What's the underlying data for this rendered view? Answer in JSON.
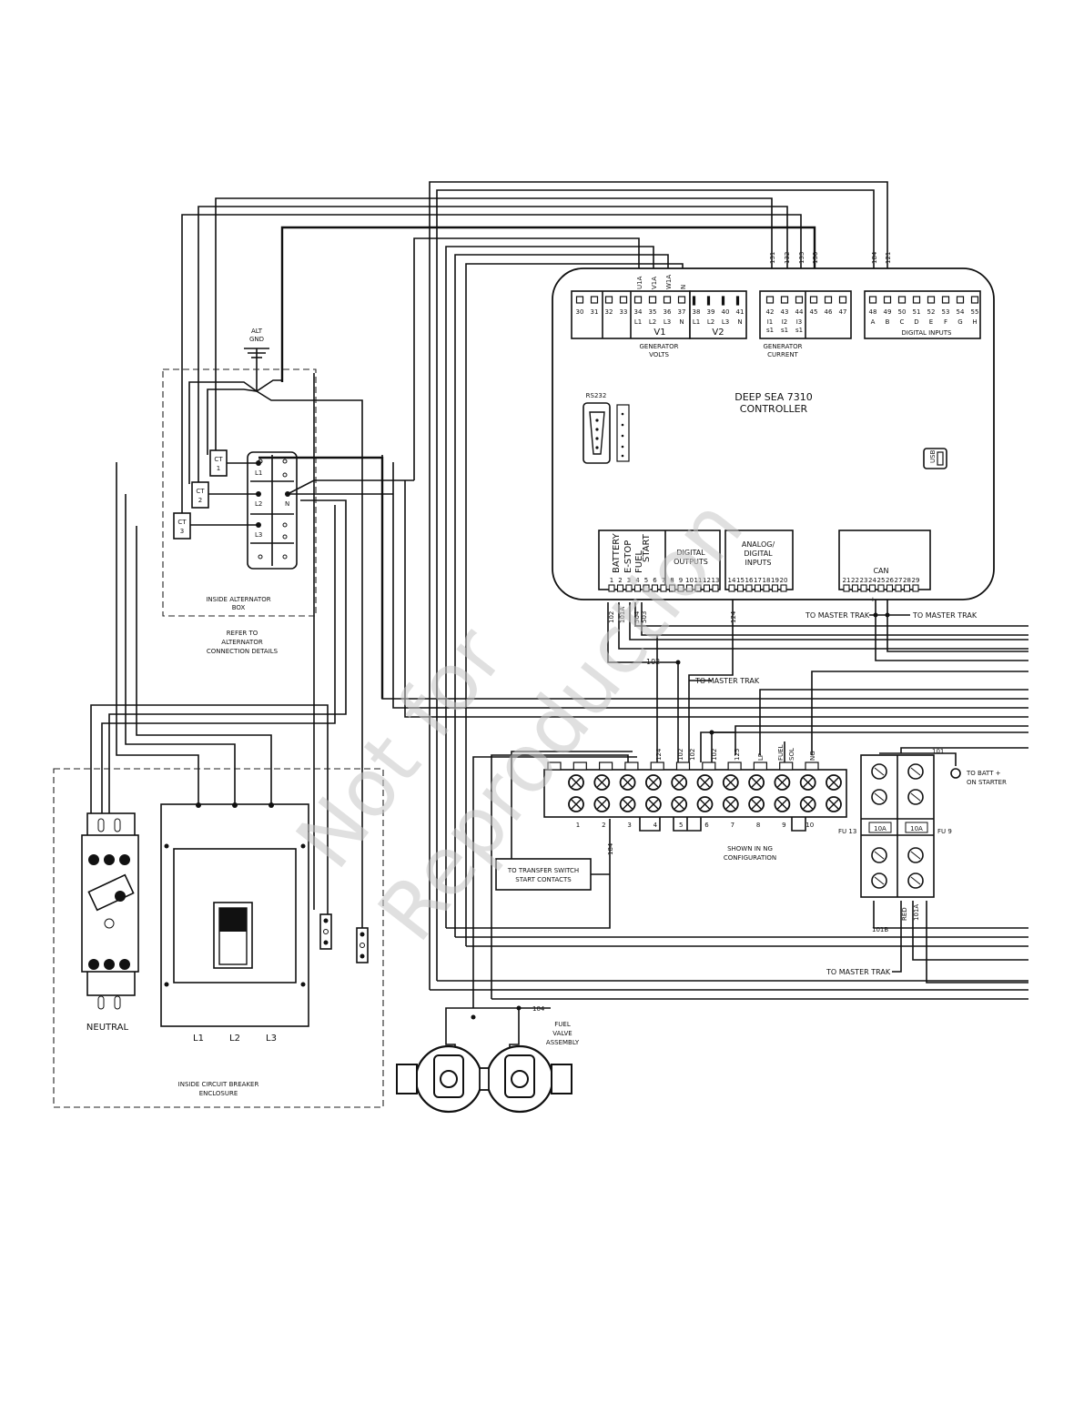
{
  "controller": {
    "title_line1": "DEEP SEA 7310",
    "title_line2": "CONTROLLER",
    "rs232_label": "RS232",
    "usb_label": "USB",
    "v1_terminals": [
      {
        "num": "30",
        "sub": ""
      },
      {
        "num": "31",
        "sub": ""
      },
      {
        "num": "32",
        "sub": ""
      },
      {
        "num": "33",
        "sub": ""
      },
      {
        "num": "34",
        "sub": "L1"
      },
      {
        "num": "35",
        "sub": "L2"
      },
      {
        "num": "36",
        "sub": "L3"
      },
      {
        "num": "37",
        "sub": "N"
      }
    ],
    "v1_label": "V1",
    "v2_terminals": [
      {
        "num": "38",
        "sub": "L1"
      },
      {
        "num": "39",
        "sub": "L2"
      },
      {
        "num": "40",
        "sub": "L3"
      },
      {
        "num": "41",
        "sub": "N"
      }
    ],
    "v2_label": "V2",
    "gen_volts_line1": "GENERATOR",
    "gen_volts_line2": "VOLTS",
    "current_terminals": [
      {
        "num": "42",
        "sub": "I1",
        "sub2": "s1"
      },
      {
        "num": "43",
        "sub": "I2",
        "sub2": "s1"
      },
      {
        "num": "44",
        "sub": "I3",
        "sub2": "s1"
      },
      {
        "num": "45",
        "sub": "",
        "sub2": ""
      },
      {
        "num": "46",
        "sub": "",
        "sub2": ""
      },
      {
        "num": "47",
        "sub": "",
        "sub2": ""
      }
    ],
    "gen_current_line1": "GENERATOR",
    "gen_current_line2": "CURRENT",
    "digital_input_terminals": [
      {
        "num": "48",
        "sub": "A"
      },
      {
        "num": "49",
        "sub": "B"
      },
      {
        "num": "50",
        "sub": "C"
      },
      {
        "num": "51",
        "sub": "D"
      },
      {
        "num": "52",
        "sub": "E"
      },
      {
        "num": "53",
        "sub": "F"
      },
      {
        "num": "54",
        "sub": "G"
      },
      {
        "num": "55",
        "sub": "H"
      }
    ],
    "digital_inputs_label": "DIGITAL INPUTS",
    "bottom_vert_labels": [
      "BATTERY",
      "E-STOP",
      "FUEL",
      "START"
    ],
    "bottom_terms_a": [
      "1",
      "2",
      "3",
      "4",
      "5",
      "6",
      "7",
      "8",
      "9",
      "10",
      "11",
      "12",
      "13"
    ],
    "digital_outputs_line1": "DIGITAL",
    "digital_outputs_line2": "OUTPUTS",
    "analog_line1": "ANALOG/",
    "analog_line2": "DIGITAL",
    "analog_line3": "INPUTS",
    "bottom_terms_b": [
      "14",
      "15",
      "16",
      "17",
      "18",
      "19",
      "20"
    ],
    "can_label": "CAN",
    "bottom_terms_c": [
      "21",
      "22",
      "23",
      "24",
      "25",
      "26",
      "27",
      "28",
      "29"
    ],
    "top_wire_labels": [
      "U1A",
      "V1A",
      "W1A",
      "N"
    ],
    "ct_wire_labels": [
      "131",
      "132",
      "133",
      "130"
    ],
    "input_wire_labels": [
      "184",
      "121"
    ],
    "bottom_wire_labels": [
      "102",
      "101A",
      "504",
      "503",
      "124"
    ],
    "can_pm": "+  -"
  },
  "alternator": {
    "alt_gnd_line1": "ALT",
    "alt_gnd_line2": "GND",
    "ct1_line1": "CT",
    "ct1_line2": "1",
    "ct2_line1": "CT",
    "ct2_line2": "2",
    "ct3_line1": "CT",
    "ct3_line2": "3",
    "term_l1": "L1",
    "term_l2": "L2",
    "term_l3": "L3",
    "term_n": "N",
    "box_line1": "INSIDE ALTERNATOR",
    "box_line2": "BOX",
    "refer_line1": "REFER TO",
    "refer_line2": "ALTERNATOR",
    "refer_line3": "CONNECTION DETAILS"
  },
  "terminal_strip": {
    "numbers": [
      "1",
      "2",
      "3",
      "4",
      "5",
      "6",
      "7",
      "8",
      "9",
      "10"
    ],
    "top_wires": [
      "124",
      "102",
      "102",
      "102",
      "125",
      "LP",
      "FUEL",
      "SOL",
      "NG"
    ],
    "wire_184": "184",
    "note_line1": "SHOWN IN NG",
    "note_line2": "CONFIGURATION"
  },
  "fuses": {
    "fu13": "FU 13",
    "fu9": "FU 9",
    "rating_left": "10A",
    "rating_right": "10A",
    "wire_101": "101",
    "batt_line1": "TO BATT +",
    "batt_line2": "ON STARTER",
    "wire_101b": "101B",
    "wire_red": "RED",
    "wire_101a": "101A"
  },
  "annotations": {
    "to_master_trak": "TO MASTER TRAK",
    "wire_102": "102",
    "wire_104": "104",
    "transfer_line1": "TO TRANSFER SWITCH",
    "transfer_line2": "START CONTACTS",
    "fuel_valve_line1": "FUEL",
    "fuel_valve_line2": "VALVE",
    "fuel_valve_line3": "ASSEMBLY"
  },
  "breaker": {
    "neutral": "NEUTRAL",
    "l1": "L1",
    "l2": "L2",
    "l3": "L3",
    "enc_line1": "INSIDE CIRCUIT BREAKER",
    "enc_line2": "ENCLOSURE"
  },
  "watermark": {
    "line1": "Not for",
    "line2": "Reproduction"
  }
}
